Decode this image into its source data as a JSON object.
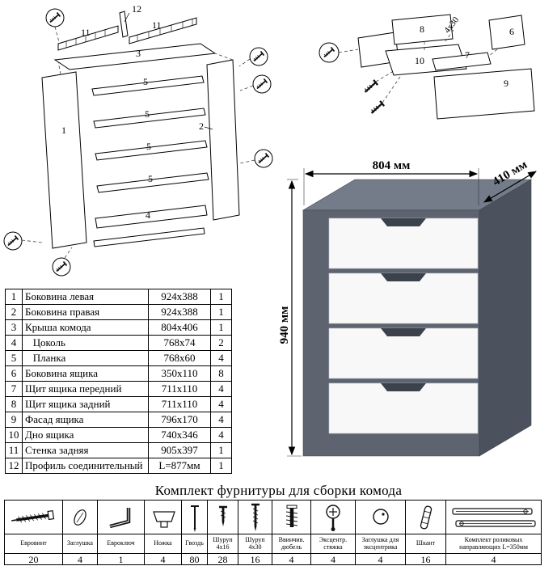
{
  "diagrams": {
    "frame": {
      "p1": "1",
      "p2": "2",
      "p3": "3",
      "p4": "4",
      "p5": "5",
      "p11": "11",
      "p12": "12"
    },
    "drawer": {
      "p6": "6",
      "p7": "7",
      "p8": "8",
      "p9": "9",
      "p10": "10",
      "screw_label": "4x30"
    }
  },
  "product": {
    "width_label": "804 мм",
    "depth_label": "410 мм",
    "height_label": "940 мм"
  },
  "colors": {
    "carcass": "#5d6470",
    "carcass_top": "#747c89",
    "carcass_side": "#4b525d",
    "drawer": "#f8f8f8",
    "handle": "#3c424c"
  },
  "parts_table": {
    "rows": [
      {
        "num": "1",
        "name": "Боковина левая",
        "size": "924x388",
        "qty": "1"
      },
      {
        "num": "2",
        "name": "Боковина правая",
        "size": "924x388",
        "qty": "1"
      },
      {
        "num": "3",
        "name": "Крыша комода",
        "size": "804x406",
        "qty": "1"
      },
      {
        "num": "4",
        "name": "   Цоколь",
        "size": "768x74",
        "qty": "2"
      },
      {
        "num": "5",
        "name": "   Планка",
        "size": "768x60",
        "qty": "4"
      },
      {
        "num": "6",
        "name": "Боковина ящика",
        "size": "350x110",
        "qty": "8"
      },
      {
        "num": "7",
        "name": "Щит ящика передний",
        "size": "711x110",
        "qty": "4"
      },
      {
        "num": "8",
        "name": "Щит ящика задний",
        "size": "711x110",
        "qty": "4"
      },
      {
        "num": "9",
        "name": "Фасад ящика",
        "size": "796x170",
        "qty": "4"
      },
      {
        "num": "10",
        "name": "Дно ящика",
        "size": "740x346",
        "qty": "4"
      },
      {
        "num": "11",
        "name": "Стенка задняя",
        "size": "905x397",
        "qty": "1"
      },
      {
        "num": "12",
        "name": "Профиль соединительный",
        "size": "L=877мм",
        "qty": "1"
      }
    ]
  },
  "hardware": {
    "title": "Комплект фурнитуры для сборки комода",
    "items": [
      {
        "name": "Евровинт",
        "qty": "20",
        "icon": "euroscrew-icon"
      },
      {
        "name": "Заглушка",
        "qty": "4",
        "icon": "plug-cap-icon"
      },
      {
        "name": "Евроключ",
        "qty": "1",
        "icon": "hex-key-icon"
      },
      {
        "name": "Ножка",
        "qty": "4",
        "icon": "leg-icon"
      },
      {
        "name": "Гвоздь",
        "qty": "80",
        "icon": "nail-icon"
      },
      {
        "name": "Шуруп 4x16",
        "qty": "28",
        "icon": "screw-4x16-icon"
      },
      {
        "name": "Шуруп 4x30",
        "qty": "16",
        "icon": "screw-4x30-icon"
      },
      {
        "name": "Ввинчив. дюбель",
        "qty": "4",
        "icon": "screw-in-dowel-icon"
      },
      {
        "name": "Эксцентр. стяжка",
        "qty": "4",
        "icon": "eccentric-cam-icon"
      },
      {
        "name": "Заглушка для эксцентрика",
        "qty": "4",
        "icon": "cam-cover-icon"
      },
      {
        "name": "Шкант",
        "qty": "16",
        "icon": "wooden-dowel-icon"
      },
      {
        "name": "Комплект роликовых направляющих L=350мм",
        "qty": "4",
        "icon": "roller-guides-icon"
      }
    ]
  }
}
